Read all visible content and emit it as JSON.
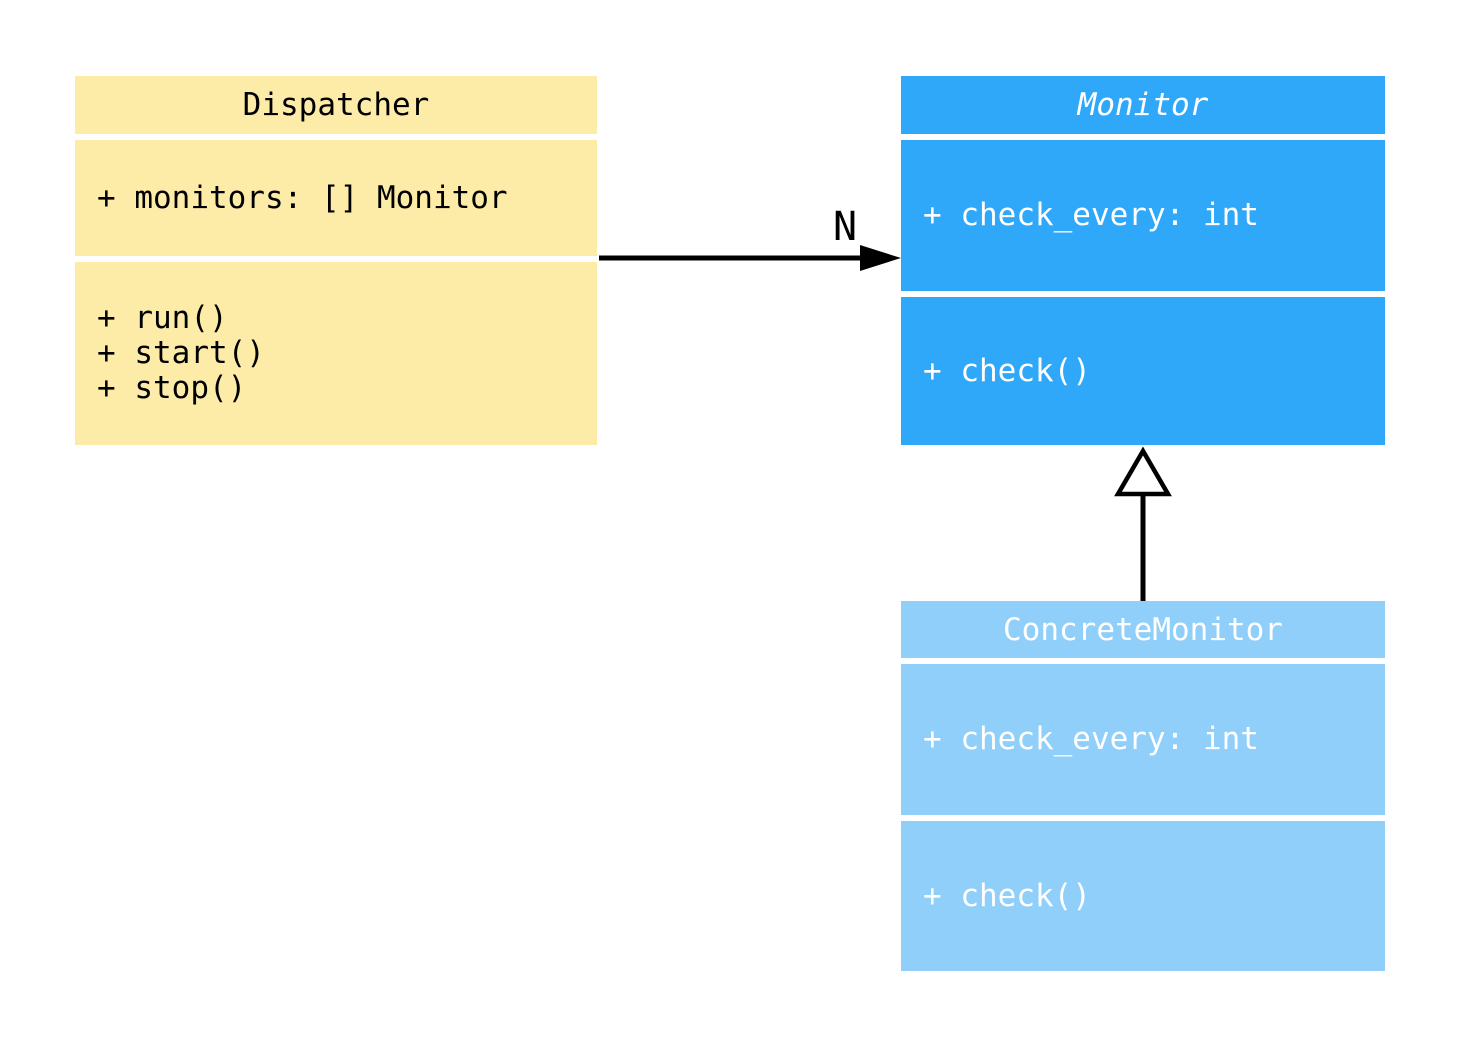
{
  "diagram": {
    "kind": "uml-class-diagram",
    "background_color": "#ffffff",
    "line_color": "#000000",
    "classes": [
      {
        "name": "Dispatcher",
        "abstract": false,
        "fill": "#FDEBA8",
        "text_color": "#000000",
        "attributes": [
          "+ monitors: [] Monitor"
        ],
        "methods": [
          "+ run()",
          "+ start()",
          "+ stop()"
        ]
      },
      {
        "name": "Monitor",
        "abstract": true,
        "fill": "#2FA8FA",
        "text_color": "#FFFFFF",
        "attributes": [
          "+ check_every: int"
        ],
        "methods": [
          "+ check()"
        ]
      },
      {
        "name": "ConcreteMonitor",
        "abstract": false,
        "fill": "#8FCFFA",
        "text_color": "#FFFFFF",
        "attributes": [
          "+ check_every: int"
        ],
        "methods": [
          "+ check()"
        ]
      }
    ],
    "relations": [
      {
        "type": "association",
        "from": "Dispatcher",
        "to": "Monitor",
        "label": "N"
      },
      {
        "type": "inheritance",
        "from": "ConcreteMonitor",
        "to": "Monitor",
        "label": ""
      }
    ]
  }
}
